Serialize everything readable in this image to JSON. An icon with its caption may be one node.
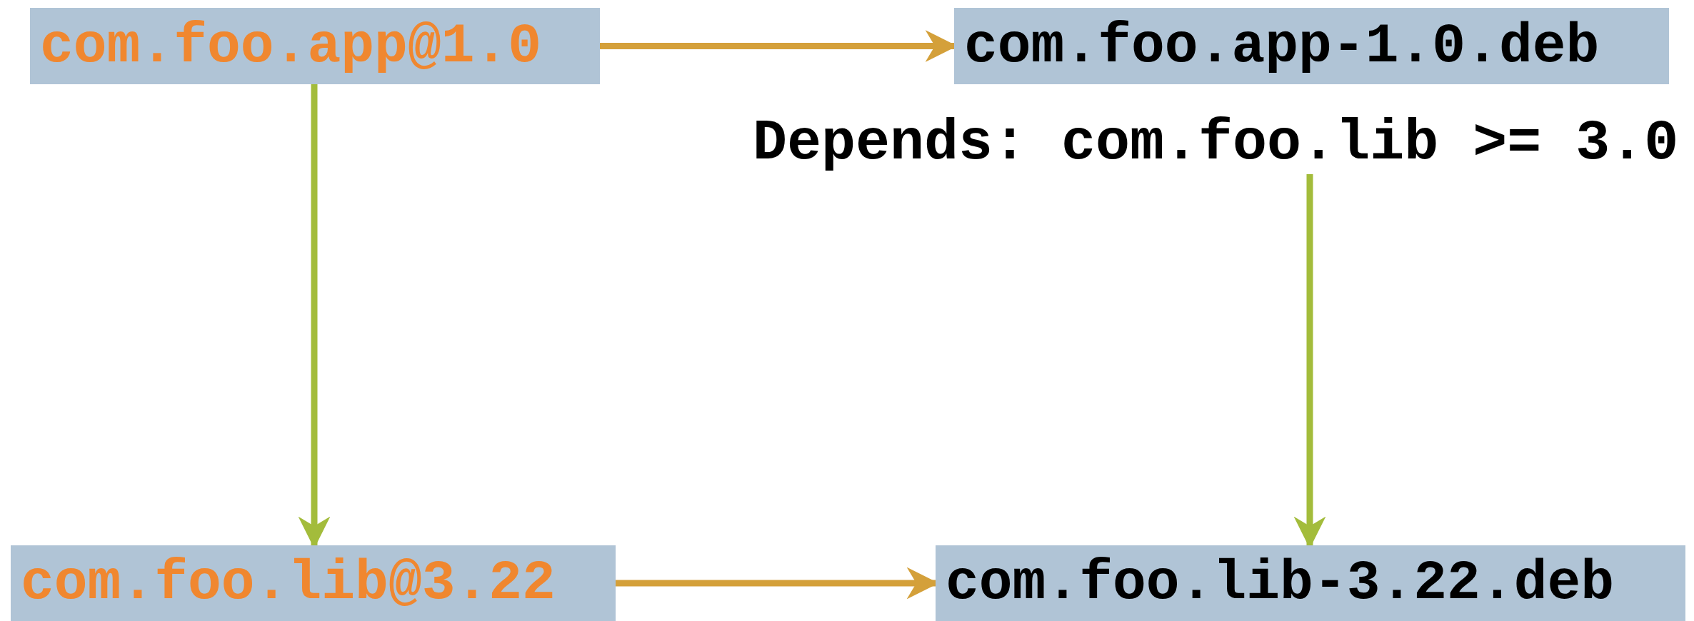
{
  "diagram": {
    "nodes": [
      {
        "text": [
          "com.foo.app@1.0"
        ]
      },
      {
        "text": [
          "com.foo.app-1.0.deb"
        ]
      },
      {
        "text": [
          "Depends: com.foo.lib >= 3.0"
        ]
      },
      {
        "text": [
          "com.foo.lib@3.22"
        ]
      },
      {
        "text": [
          "com.foo.lib-3.22.deb"
        ]
      }
    ],
    "edges": [
      {
        "from": 0,
        "to": 1,
        "arrow": "to",
        "color": "#d4a03a"
      },
      {
        "from": 0,
        "to": 3,
        "arrow": "to",
        "color": "#a3bc3b"
      },
      {
        "from": 2,
        "to": 4,
        "arrow": "to",
        "color": "#a3bc3b"
      },
      {
        "from": 3,
        "to": 4,
        "arrow": "to",
        "color": "#d4a03a"
      }
    ]
  }
}
